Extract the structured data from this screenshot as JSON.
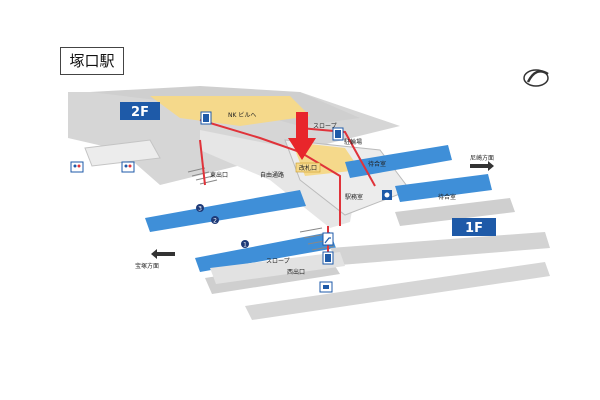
{
  "station_name": "塚口駅",
  "floor_labels": {
    "upper": "2F",
    "lower": "1F"
  },
  "labels": {
    "nk_building": "NK ビルへ",
    "slope_top": "スロープ",
    "bicycle_parking": "駐輪場",
    "east_exit": "東出口",
    "free_passage": "自由通路",
    "ticket_gate": "改札口",
    "station_office": "駅務室",
    "waiting_room_1": "待合室",
    "waiting_room_2": "待合室",
    "slope_bottom": "スロープ",
    "west_exit": "西出口",
    "to_amagasaki": "尼崎方面",
    "to_takarazuka": "宝塚方面"
  },
  "platform_numbers": [
    "1",
    "2",
    "3"
  ],
  "colors": {
    "platform_blue": "#3f8fd8",
    "floor_badge": "#1e5aa8",
    "highlight_yellow": "#f5d98b",
    "route_red": "#e0333a",
    "arrow_red": "#e8262b",
    "gray_surface": "#d3d3d3"
  },
  "icons": [
    "north-compass-icon",
    "elevator-icon",
    "restroom-icon",
    "accessible-toilet-icon",
    "parking-icon",
    "escalator-icon"
  ]
}
